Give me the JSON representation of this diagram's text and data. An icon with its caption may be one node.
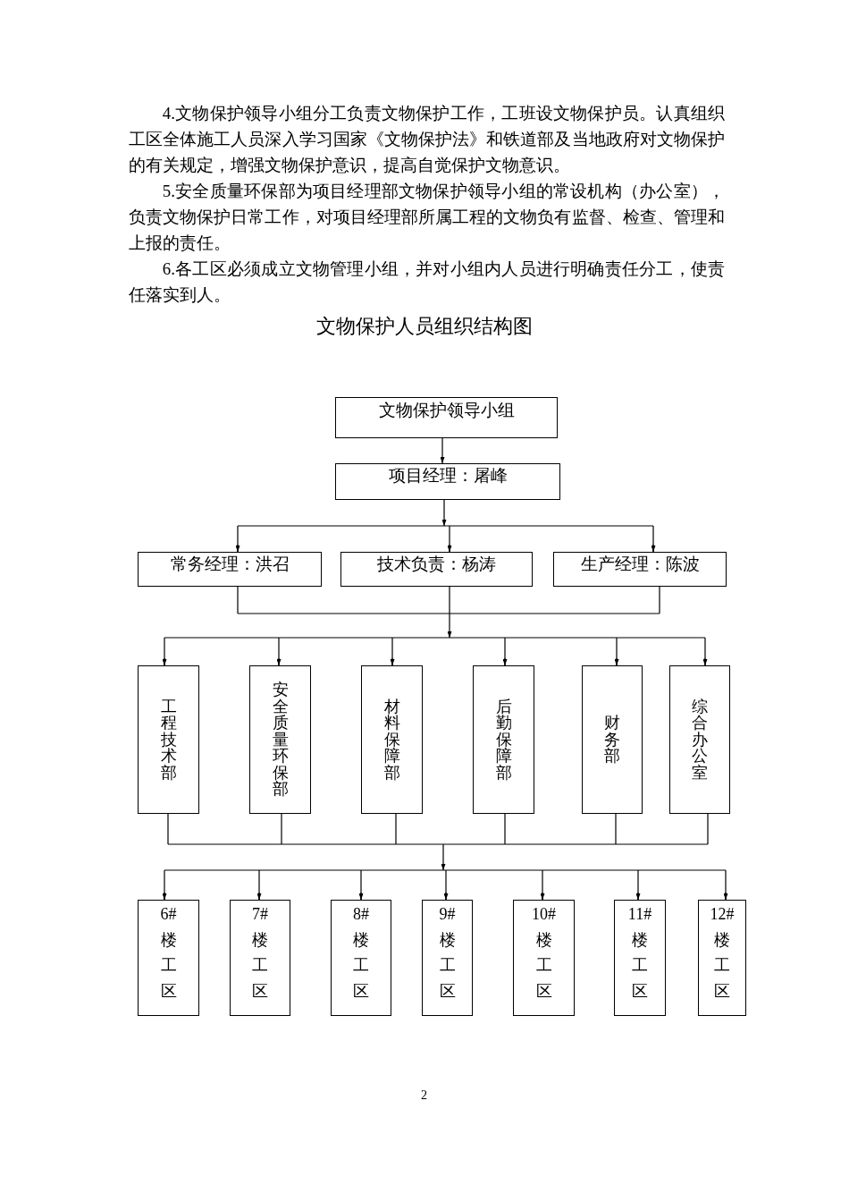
{
  "diagram": {
    "title": "文物保护人员组织结构图",
    "nodes": [
      {
        "text": [
          "文物保护领导小组"
        ]
      },
      {
        "text": [
          "项目经理：屠峰"
        ]
      },
      {
        "text": [
          "常务经理：洪召"
        ]
      },
      {
        "text": [
          "技术负责：杨涛"
        ]
      },
      {
        "text": [
          "生产经理：陈波"
        ]
      },
      {
        "text": [
          "工程技术部"
        ]
      },
      {
        "text": [
          "安全质量环保部"
        ]
      },
      {
        "text": [
          "材料保障部"
        ]
      },
      {
        "text": [
          "后勤保障部"
        ]
      },
      {
        "text": [
          "财务部"
        ]
      },
      {
        "text": [
          "综合办公室"
        ]
      },
      {
        "text": [
          "6#楼工区"
        ]
      },
      {
        "text": [
          "7#楼工区"
        ]
      },
      {
        "text": [
          "8#楼工区"
        ]
      },
      {
        "text": [
          "9#楼工区"
        ]
      },
      {
        "text": [
          "10#楼工区"
        ]
      },
      {
        "text": [
          "11#楼工区"
        ]
      },
      {
        "text": [
          "12#楼工区"
        ]
      }
    ],
    "edges": [
      {
        "from": 0,
        "to": 1,
        "arrow": "to"
      },
      {
        "from": 1,
        "to": 2,
        "arrow": "to"
      },
      {
        "from": 1,
        "to": 3,
        "arrow": "to"
      },
      {
        "from": 1,
        "to": 4,
        "arrow": "to"
      },
      {
        "from": 2,
        "to": 5,
        "arrow": "to"
      },
      {
        "from": 2,
        "to": 6,
        "arrow": "to"
      },
      {
        "from": 2,
        "to": 7,
        "arrow": "to"
      },
      {
        "from": 2,
        "to": 8,
        "arrow": "to"
      },
      {
        "from": 2,
        "to": 9,
        "arrow": "to"
      },
      {
        "from": 2,
        "to": 10,
        "arrow": "to"
      },
      {
        "from": 3,
        "to": 5,
        "arrow": "to"
      },
      {
        "from": 3,
        "to": 6,
        "arrow": "to"
      },
      {
        "from": 3,
        "to": 7,
        "arrow": "to"
      },
      {
        "from": 3,
        "to": 8,
        "arrow": "to"
      },
      {
        "from": 3,
        "to": 9,
        "arrow": "to"
      },
      {
        "from": 3,
        "to": 10,
        "arrow": "to"
      },
      {
        "from": 4,
        "to": 5,
        "arrow": "to"
      },
      {
        "from": 4,
        "to": 6,
        "arrow": "to"
      },
      {
        "from": 4,
        "to": 7,
        "arrow": "to"
      },
      {
        "from": 4,
        "to": 8,
        "arrow": "to"
      },
      {
        "from": 4,
        "to": 9,
        "arrow": "to"
      },
      {
        "from": 4,
        "to": 10,
        "arrow": "to"
      },
      {
        "from": 5,
        "to": 11,
        "arrow": "to"
      },
      {
        "from": 5,
        "to": 12,
        "arrow": "to"
      },
      {
        "from": 5,
        "to": 13,
        "arrow": "to"
      },
      {
        "from": 5,
        "to": 14,
        "arrow": "to"
      },
      {
        "from": 5,
        "to": 15,
        "arrow": "to"
      },
      {
        "from": 5,
        "to": 16,
        "arrow": "to"
      },
      {
        "from": 5,
        "to": 17,
        "arrow": "to"
      },
      {
        "from": 6,
        "to": 11,
        "arrow": "to"
      },
      {
        "from": 6,
        "to": 12,
        "arrow": "to"
      },
      {
        "from": 6,
        "to": 13,
        "arrow": "to"
      },
      {
        "from": 6,
        "to": 14,
        "arrow": "to"
      },
      {
        "from": 6,
        "to": 15,
        "arrow": "to"
      },
      {
        "from": 6,
        "to": 16,
        "arrow": "to"
      },
      {
        "from": 6,
        "to": 17,
        "arrow": "to"
      },
      {
        "from": 7,
        "to": 11,
        "arrow": "to"
      },
      {
        "from": 7,
        "to": 12,
        "arrow": "to"
      },
      {
        "from": 7,
        "to": 13,
        "arrow": "to"
      },
      {
        "from": 7,
        "to": 14,
        "arrow": "to"
      },
      {
        "from": 7,
        "to": 15,
        "arrow": "to"
      },
      {
        "from": 7,
        "to": 16,
        "arrow": "to"
      },
      {
        "from": 7,
        "to": 17,
        "arrow": "to"
      },
      {
        "from": 8,
        "to": 11,
        "arrow": "to"
      },
      {
        "from": 8,
        "to": 12,
        "arrow": "to"
      },
      {
        "from": 8,
        "to": 13,
        "arrow": "to"
      },
      {
        "from": 8,
        "to": 14,
        "arrow": "to"
      },
      {
        "from": 8,
        "to": 15,
        "arrow": "to"
      },
      {
        "from": 8,
        "to": 16,
        "arrow": "to"
      },
      {
        "from": 8,
        "to": 17,
        "arrow": "to"
      },
      {
        "from": 9,
        "to": 11,
        "arrow": "to"
      },
      {
        "from": 9,
        "to": 12,
        "arrow": "to"
      },
      {
        "from": 9,
        "to": 13,
        "arrow": "to"
      },
      {
        "from": 9,
        "to": 14,
        "arrow": "to"
      },
      {
        "from": 9,
        "to": 15,
        "arrow": "to"
      },
      {
        "from": 9,
        "to": 16,
        "arrow": "to"
      },
      {
        "from": 9,
        "to": 17,
        "arrow": "to"
      },
      {
        "from": 10,
        "to": 11,
        "arrow": "to"
      },
      {
        "from": 10,
        "to": 12,
        "arrow": "to"
      },
      {
        "from": 10,
        "to": 13,
        "arrow": "to"
      },
      {
        "from": 10,
        "to": 14,
        "arrow": "to"
      },
      {
        "from": 10,
        "to": 15,
        "arrow": "to"
      },
      {
        "from": 10,
        "to": 16,
        "arrow": "to"
      },
      {
        "from": 10,
        "to": 17,
        "arrow": "to"
      }
    ],
    "labels": [
      "4.文物保护领导小组分工负责文物保护工作，工班设文物保护员。认真组织工区全体施工人员深入学习国家《文物保护法》和铁道部及当地政府对文物保护的有关规定，增强文物保护意识，提高自觉保护文物意识。",
      "5.安全质量环保部为项目经理部文物保护领导小组的常设机构（办公室），负责文物保护日常工作，对项目经理部所属工程的文物负有监督、检查、管理和上报的责任。",
      "6.各工区必须成立文物管理小组，并对小组内人员进行明确责任分工，使责任落实到人。",
      "2"
    ]
  }
}
